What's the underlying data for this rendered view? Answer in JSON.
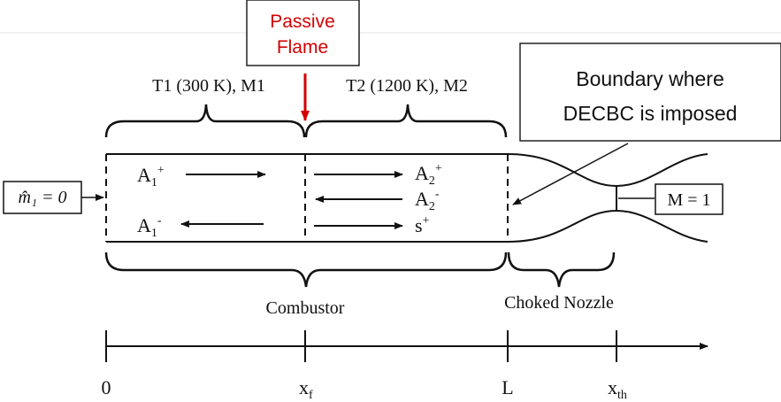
{
  "passive_flame": {
    "line1": "Passive",
    "line2": "Flame"
  },
  "callout": {
    "line1": "Boundary where",
    "line2": "DECBC is imposed"
  },
  "regions": {
    "region1": "T1 (300 K), M1",
    "region2": "T2 (1200 K), M2"
  },
  "inlet_label": "m̂₁ = 0",
  "throat_label": "M = 1",
  "waves": {
    "a1_plus": {
      "base": "A",
      "sub": "1",
      "sup": "+"
    },
    "a1_minus": {
      "base": "A",
      "sub": "1",
      "sup": "-"
    },
    "a2_plus": {
      "base": "A",
      "sub": "2",
      "sup": "+"
    },
    "a2_minus": {
      "base": "A",
      "sub": "2",
      "sup": "-"
    },
    "s_plus": {
      "base": "s",
      "sup": "+"
    }
  },
  "sections": {
    "combustor": "Combustor",
    "nozzle": "Choked Nozzle"
  },
  "axis": {
    "ticks": [
      {
        "base": "0",
        "sub": ""
      },
      {
        "base": "x",
        "sub": "f"
      },
      {
        "base": "L",
        "sub": ""
      },
      {
        "base": "x",
        "sub": "th"
      }
    ]
  },
  "colors": {
    "accent": "#d40000",
    "ink": "#111111"
  }
}
